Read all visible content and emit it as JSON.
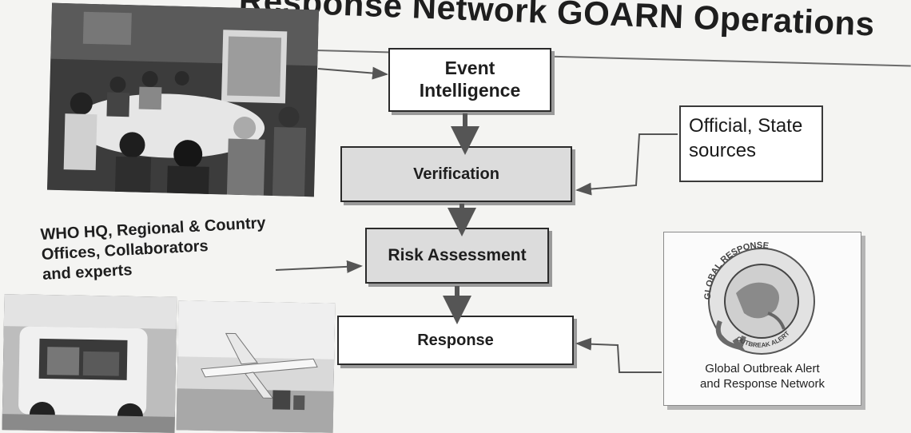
{
  "slide": {
    "title": "Response Network GOARN Operations",
    "flow": {
      "event_intelligence": {
        "line1": "Event",
        "line2": "Intelligence"
      },
      "verification": "Verification",
      "risk_assessment": "Risk Assessment",
      "response": "Response"
    },
    "sources": {
      "official": {
        "line1": "Official, State",
        "line2": "sources"
      },
      "who": {
        "line1": "WHO HQ, Regional & Country",
        "line2": "Offices, Collaborators",
        "line3": "and experts"
      }
    },
    "logo": {
      "ring_text_top": "GLOBAL RESPONSE",
      "ring_text_bottom": "OUTBREAK ALERT",
      "caption_line1": "Global Outbreak Alert",
      "caption_line2": "and Response Network"
    }
  },
  "colors": {
    "box_fill_gray": "#dcdcdc",
    "box_fill_white": "#ffffff",
    "arrow": "#555555"
  }
}
